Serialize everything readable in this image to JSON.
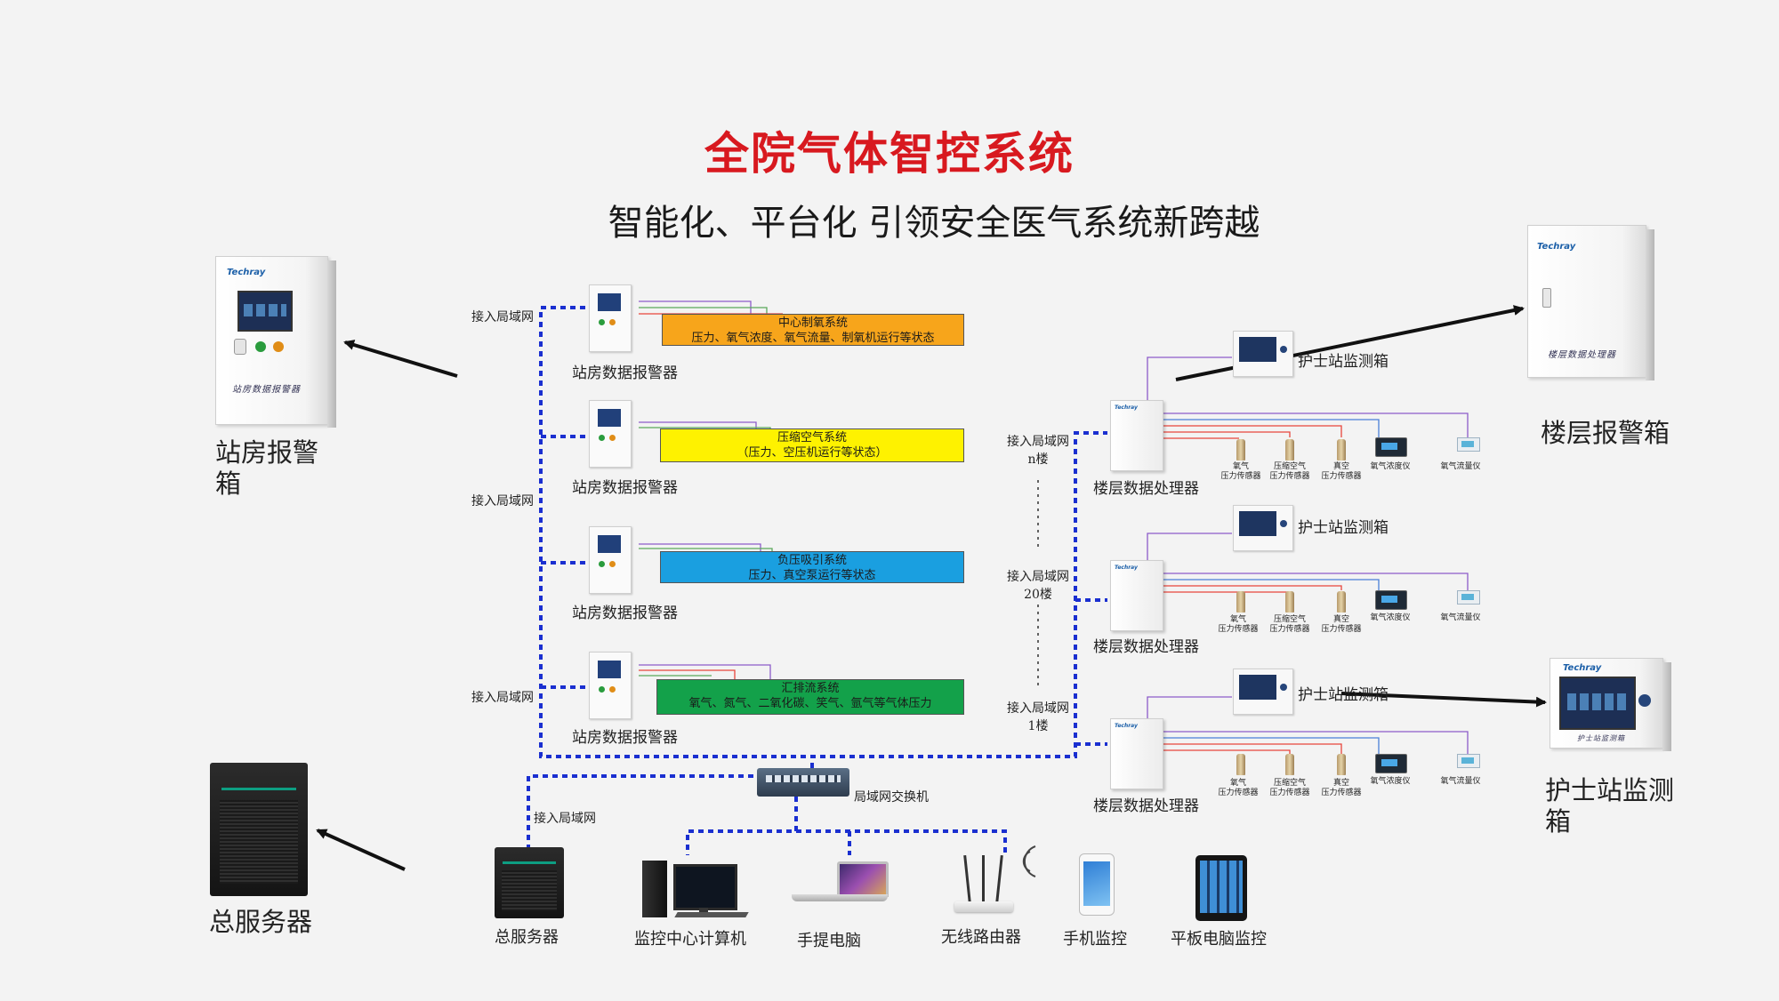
{
  "title": "全院气体智控系统",
  "subtitle": "智能化、平台化 引领安全医气系统新跨越",
  "left_cabinet": {
    "brand": "Techray",
    "label": "站房报警\n箱",
    "signature": "站房数据报警器"
  },
  "right_cabinet": {
    "brand": "Techray",
    "label": "楼层报警箱",
    "signature": "楼层数据处理器"
  },
  "nurse_cabinet": {
    "brand": "Techray",
    "label": "护士站监测\n箱",
    "signature": "护士站监测箱"
  },
  "server_left": {
    "label": "总服务器"
  },
  "station_alarms": [
    {
      "label": "站房数据报警器",
      "system_title": "中心制氧系统",
      "system_detail": "压力、氧气浓度、氧气流量、制氧机运行等状态",
      "color": "#f7a51b"
    },
    {
      "label": "站房数据报警器",
      "system_title": "压缩空气系统",
      "system_detail": "（压力、空压机运行等状态）",
      "color": "#fef200"
    },
    {
      "label": "站房数据报警器",
      "system_title": "负压吸引系统",
      "system_detail": "压力、真空泵运行等状态",
      "color": "#1a9fe0"
    },
    {
      "label": "站房数据报警器",
      "system_title": "汇排流系统",
      "system_detail": "氧气、氮气、二氧化碳、笑气、氩气等气体压力",
      "color": "#13a14a"
    }
  ],
  "lan_labels": {
    "top": "接入局域网",
    "mid": "接入局域网",
    "bottom": "接入局域网",
    "server": "接入局域网"
  },
  "floor_lan_labels": [
    {
      "line1": "接入局域网",
      "line2": "n楼"
    },
    {
      "line1": "接入局域网",
      "line2": "20楼"
    },
    {
      "line1": "接入局域网",
      "line2": "1楼"
    }
  ],
  "floors": [
    {
      "processor_label": "楼层数据处理器",
      "monitor_label": "护士站监测箱",
      "sensors": [
        "氧气\n压力传感器",
        "压缩空气\n压力传感器",
        "真空\n压力传感器"
      ],
      "meters": [
        "氧气浓度仪",
        "氧气流量仪"
      ]
    },
    {
      "processor_label": "楼层数据处理器",
      "monitor_label": "护士站监测箱",
      "sensors": [
        "氧气\n压力传感器",
        "压缩空气\n压力传感器",
        "真空\n压力传感器"
      ],
      "meters": [
        "氧气浓度仪",
        "氧气流量仪"
      ]
    },
    {
      "processor_label": "楼层数据处理器",
      "monitor_label": "护士站监测箱",
      "sensors": [
        "氧气\n压力传感器",
        "压缩空气\n压力传感器",
        "真空\n压力传感器"
      ],
      "meters": [
        "氧气浓度仪",
        "氧气流量仪"
      ]
    }
  ],
  "switch_label": "局域网交换机",
  "clients": {
    "server": "总服务器",
    "pc": "监控中心计算机",
    "laptop": "手提电脑",
    "router": "无线路由器",
    "phone": "手机监控",
    "tablet": "平板电脑监控"
  },
  "colors": {
    "title": "#d8191f",
    "network_line": "#1a2fd0",
    "wire_red": "#e8453c",
    "wire_purple": "#8d5bc9",
    "wire_green": "#5aa85a",
    "wire_blue": "#4a7fd8"
  }
}
